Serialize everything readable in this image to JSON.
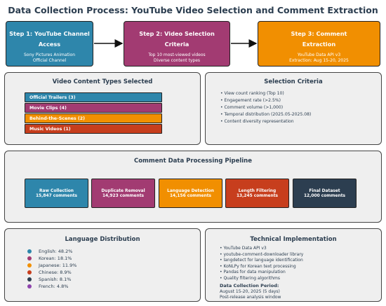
{
  "title": "Data Collection Process: YouTube Video Selection and Comment Extraction",
  "steps": [
    {
      "title1": "Step 1: YouTube Channel",
      "title2": "Access",
      "sub1": "Sony Pictures Animation",
      "sub2": "Official Channel",
      "color": "#2e86ab"
    },
    {
      "title1": "Step 2: Video Selection",
      "title2": "Criteria",
      "sub1": "Top 10 most-viewed videos",
      "sub2": "Diverse content types",
      "color": "#a23b72"
    },
    {
      "title1": "Step 3: Comment",
      "title2": "Extraction",
      "sub1": "YouTube Data API v3",
      "sub2": "Extraction: Aug 15-20, 2025",
      "color": "#f18f01"
    }
  ],
  "content_types": {
    "title": "Video Content Types Selected",
    "items": [
      {
        "label": "Official Trailers (3)",
        "color": "#2e86ab"
      },
      {
        "label": "Movie Clips (4)",
        "color": "#a23b72"
      },
      {
        "label": "Behind-the-Scenes (2)",
        "color": "#f18f01"
      },
      {
        "label": "Music Videos (1)",
        "color": "#c73e1d"
      }
    ]
  },
  "criteria": {
    "title": "Selection Criteria",
    "items": [
      "• View count ranking (Top 10)",
      "• Engagement rate (>2.5%)",
      "• Comment volume (>1,000)",
      "• Temporal distribution (2025.05-2025.08)",
      "• Content diversity representation"
    ]
  },
  "pipeline": {
    "title": "Comment Data Processing Pipeline",
    "stages": [
      {
        "name": "Raw Collection",
        "count": "15,847 comments",
        "color": "#2e86ab"
      },
      {
        "name": "Duplicate Removal",
        "count": "14,923 comments",
        "color": "#a23b72"
      },
      {
        "name": "Language Detection",
        "count": "14,156 comments",
        "color": "#f18f01"
      },
      {
        "name": "Length Filtering",
        "count": "13,245 comments",
        "color": "#c73e1d"
      },
      {
        "name": "Final Dataset",
        "count": "12,000 comments",
        "color": "#2c3e50"
      }
    ]
  },
  "languages": {
    "title": "Language Distribution",
    "items": [
      {
        "label": "English: 48.2%",
        "color": "#2e86ab"
      },
      {
        "label": "Korean: 18.1%",
        "color": "#a23b72"
      },
      {
        "label": "Japanese: 11.9%",
        "color": "#f18f01"
      },
      {
        "label": "Chinese: 8.9%",
        "color": "#c73e1d"
      },
      {
        "label": "Spanish: 8.1%",
        "color": "#2c3e50"
      },
      {
        "label": "French: 4.8%",
        "color": "#8e44ad"
      }
    ]
  },
  "technical": {
    "title": "Technical Implementation",
    "items": [
      "• YouTube Data API v3",
      "• youtube-comment-downloader library",
      "• langdetect for language identification",
      "• KoNLPy for Korean text processing",
      "• Pandas for data manipulation",
      "• Quality filtering algorithms"
    ],
    "period_label": "Data Collection Period:",
    "period_lines": [
      "August 15-20, 2025 (5 days)",
      "Post-release analysis window"
    ]
  }
}
